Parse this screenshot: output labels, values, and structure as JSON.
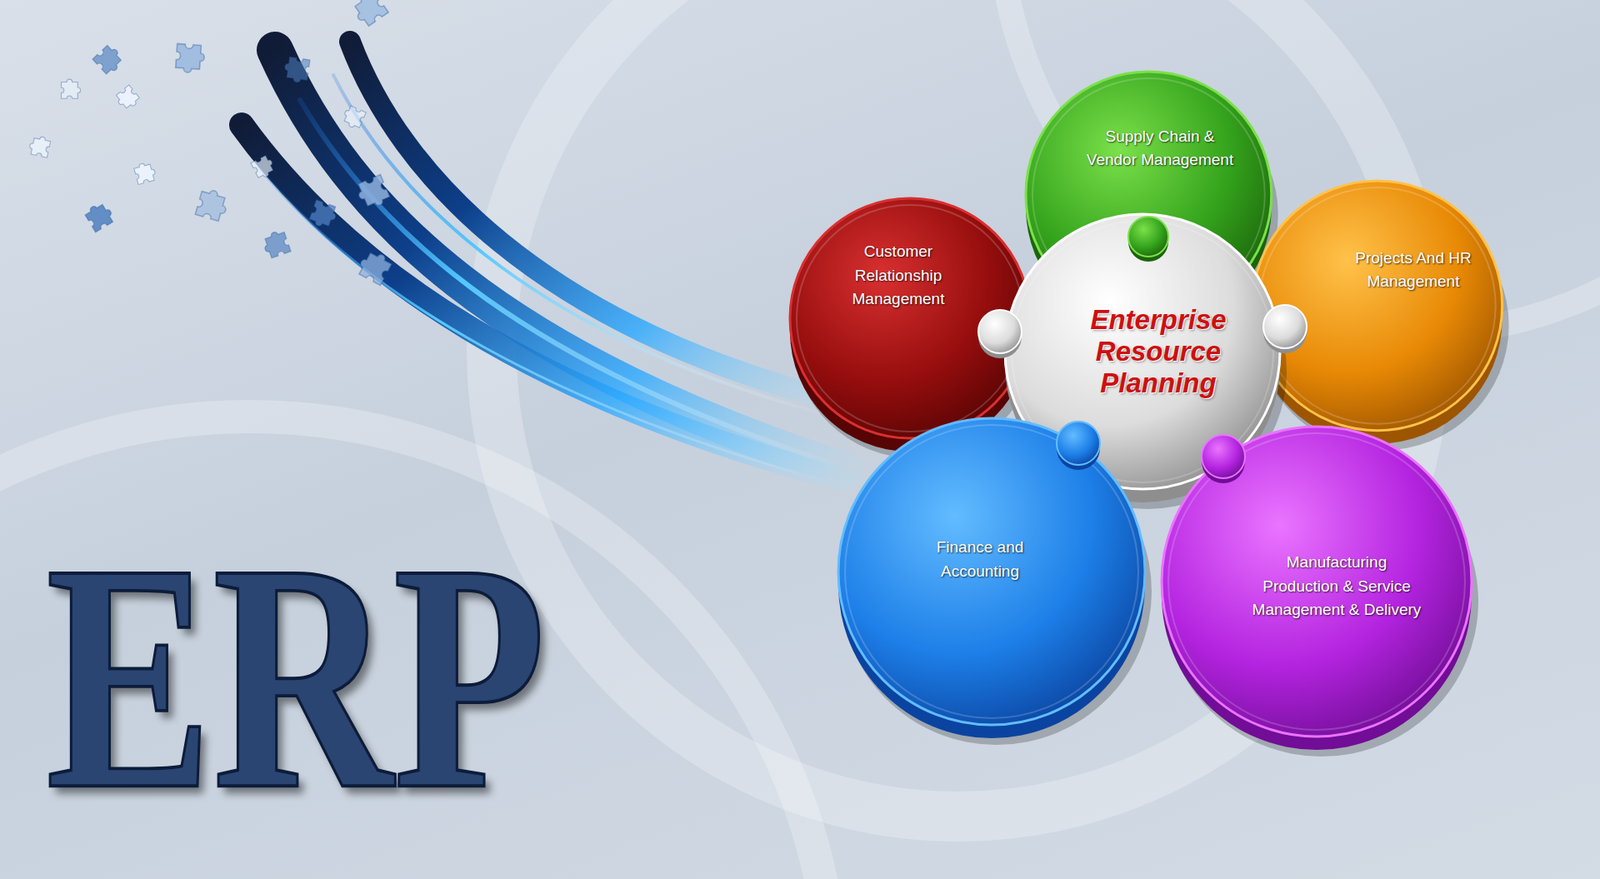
{
  "diagram": {
    "title": "ERP",
    "nodes": [
      {
        "text": [
          "Supply Chain & Vendor Management"
        ]
      },
      {
        "text": [
          "Customer Relationship Management"
        ]
      },
      {
        "text": [
          "Projects And HR Management"
        ]
      },
      {
        "text": [
          "Enterprise Resource Planning"
        ]
      },
      {
        "text": [
          "Finance and Accounting"
        ]
      },
      {
        "text": [
          "Manufacturing Production & Service Management & Delivery"
        ]
      }
    ]
  }
}
